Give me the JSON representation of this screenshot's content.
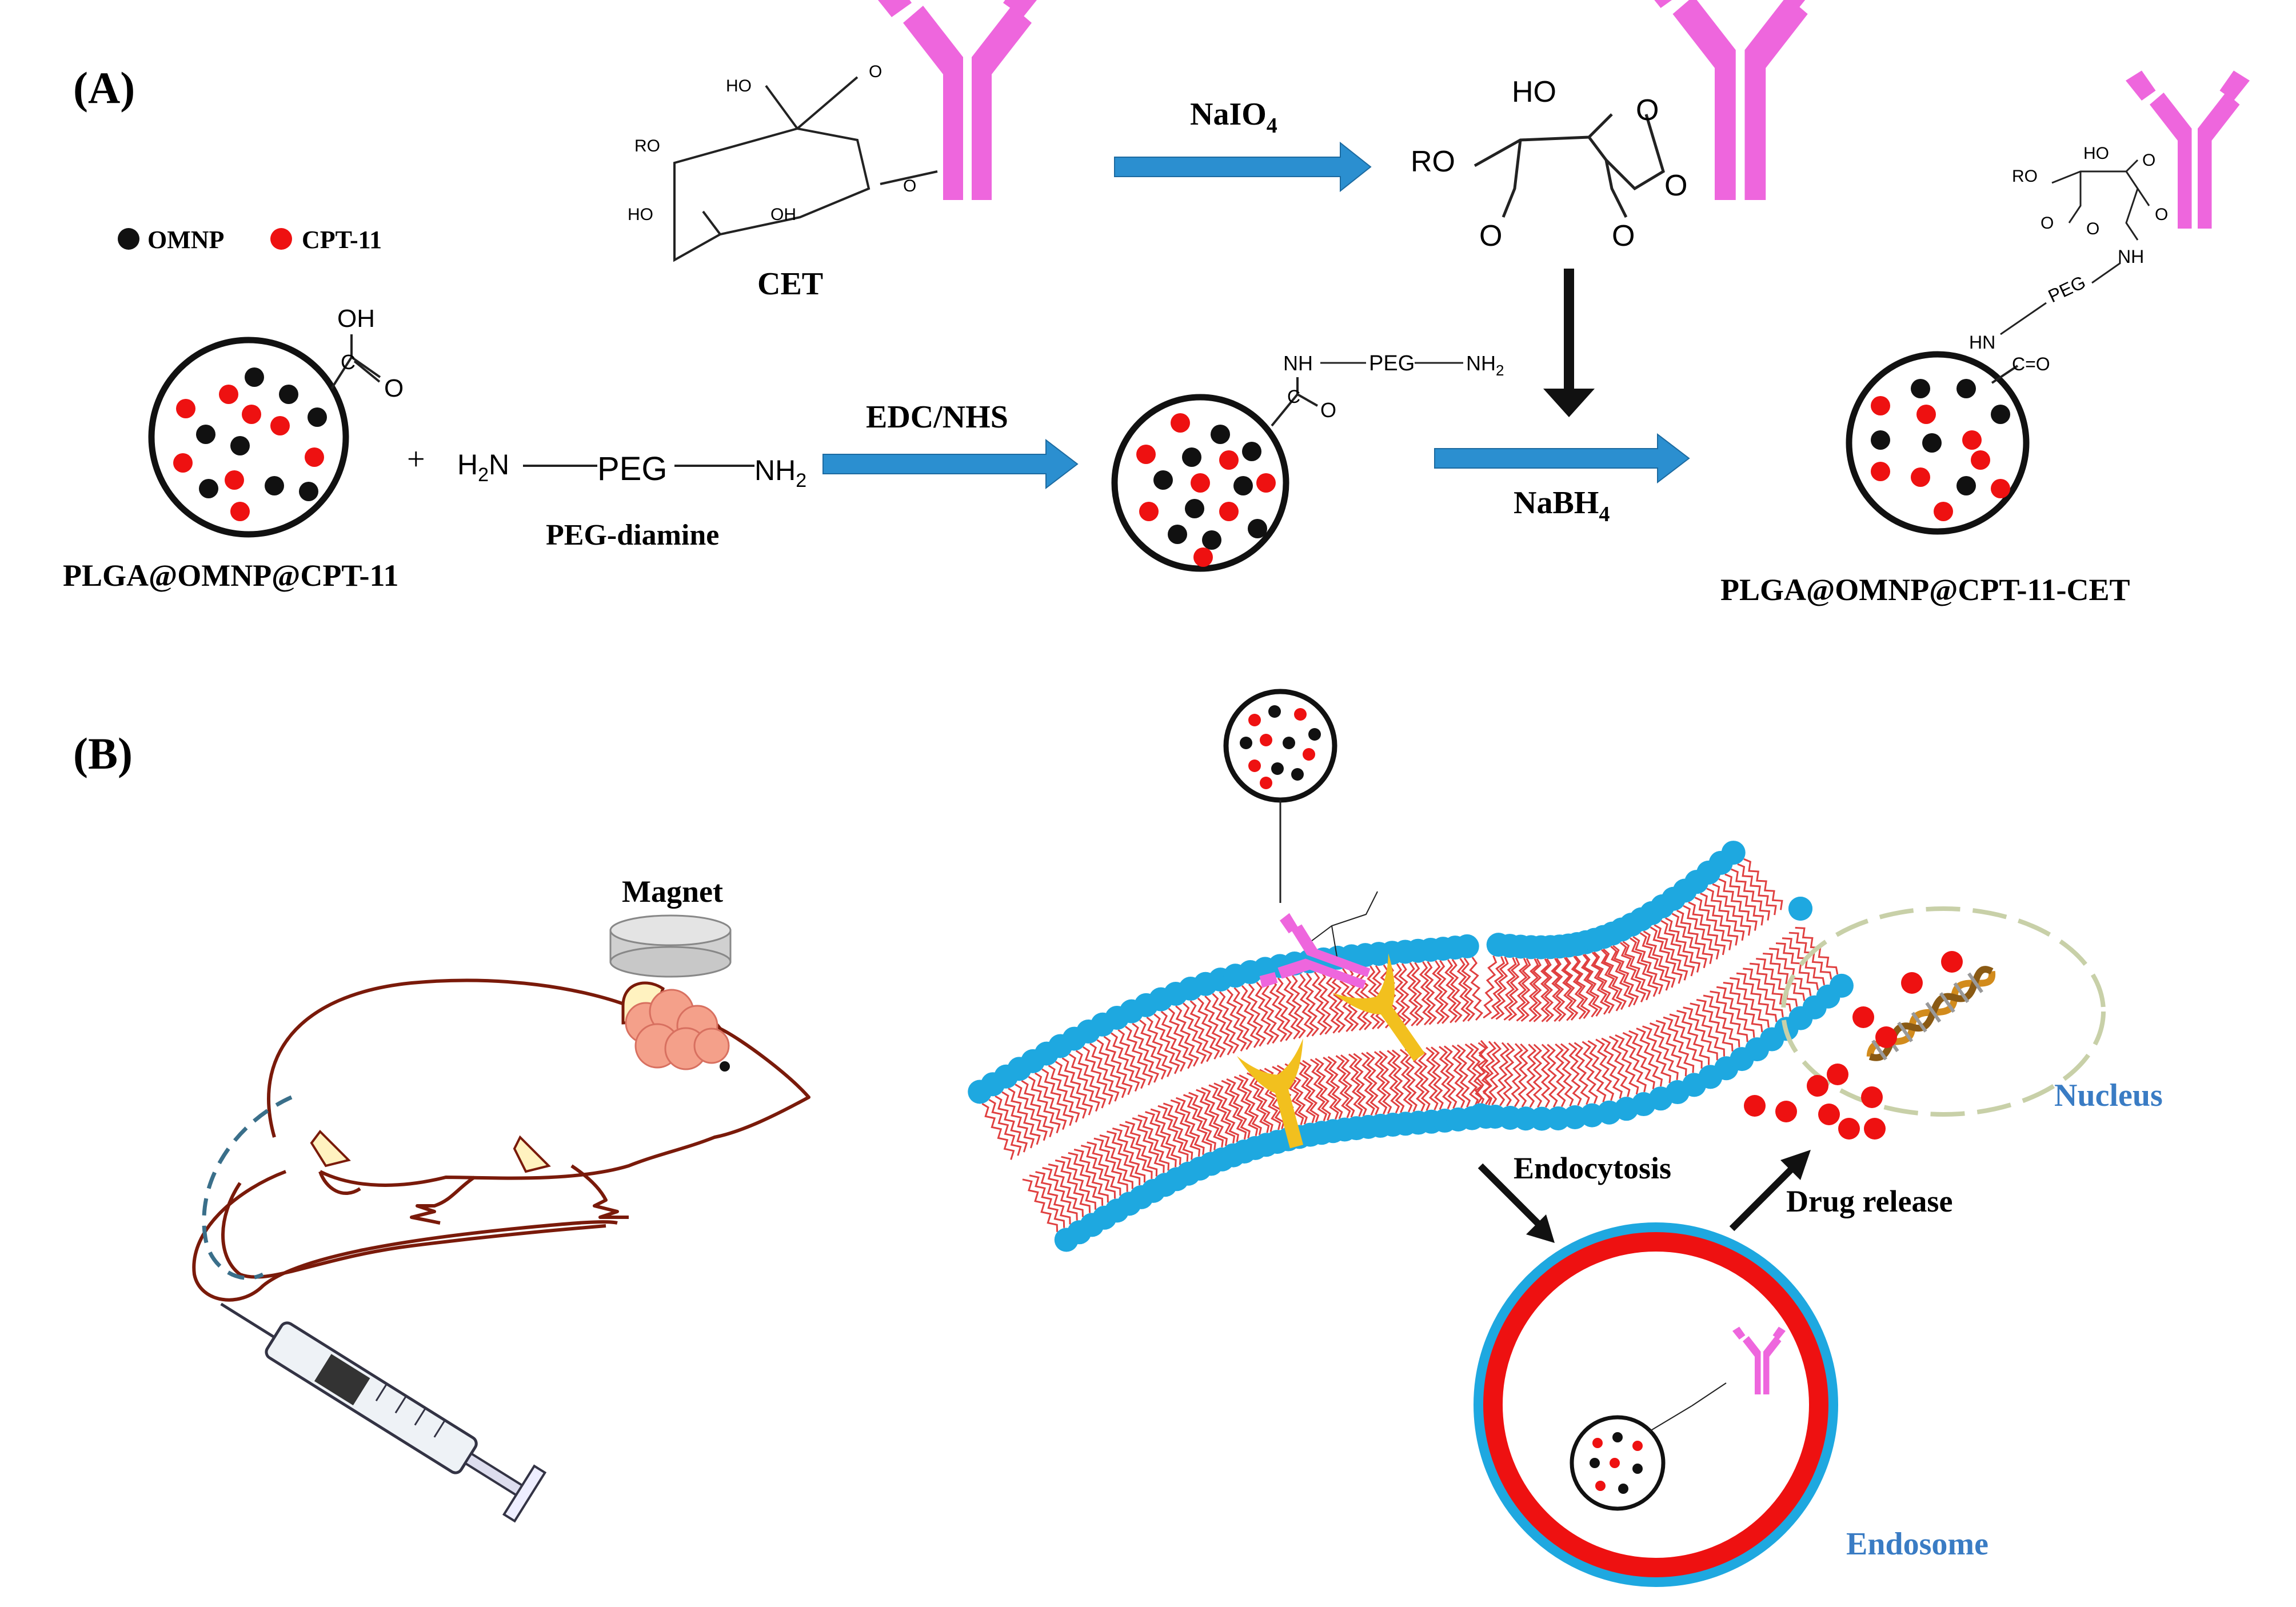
{
  "panel_a": {
    "label": "(A)",
    "legend": {
      "omnp": "OMNP",
      "cpt11": "CPT-11"
    },
    "cet_label": "CET",
    "reagent_naio4": "NaIO",
    "reagent_naio4_sub": "4",
    "reagent_edc_nhs": "EDC/NHS",
    "reagent_nabh4": "NaBH",
    "reagent_nabh4_sub": "4",
    "plus_sign": "+",
    "peg_diamine_label": "PEG-diamine",
    "np_start_label": "PLGA@OMNP@CPT-11",
    "np_final_label": "PLGA@OMNP@CPT-11-CET",
    "chem": {
      "oh": "OH",
      "o": "O",
      "ho": "HO",
      "ro": "RO",
      "h2n": "H",
      "h2n_n": "N",
      "nh2": "NH",
      "sub2": "2",
      "peg": "PEG",
      "nh": "NH",
      "hn": "HN",
      "c_eq_o": "C=O",
      "c": "C"
    }
  },
  "panel_b": {
    "label": "(B)",
    "magnet_label": "Magnet",
    "endocytosis_label": "Endocytosis",
    "drug_release_label": "Drug release",
    "nucleus_label": "Nucleus",
    "endosome_label": "Endosome"
  },
  "colors": {
    "arrow_blue": "#2b8fd0",
    "antibody_pink": "#ee66dd",
    "cpt11_red": "#ee1111",
    "omnp_black": "#111111",
    "lipid_blue": "#1ea8e0",
    "receptor_yellow": "#f2c01e",
    "label_blue": "#3a7cc4",
    "mouse_brown": "#7a1a0a",
    "tumor_pink": "#f4a08a"
  },
  "icons": [
    "antibody-icon",
    "nanoparticle-icon",
    "mouse-icon",
    "magnet-icon",
    "syringe-icon",
    "dna-icon",
    "receptor-icon"
  ]
}
